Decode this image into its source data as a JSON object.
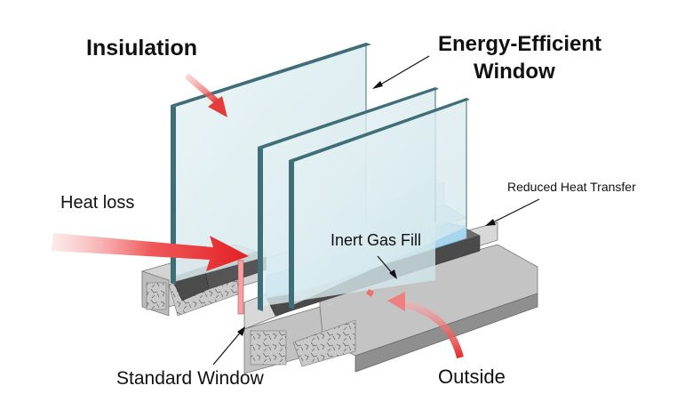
{
  "diagram": {
    "title": "Energy-Efficient Window Cross-Section",
    "labels": {
      "insulation": "Insiulation",
      "energy_efficient_line1": "Energy-Efficient",
      "energy_efficient_line2": "Window",
      "reduced_heat_transfer": "Reduced Heat Transfer",
      "heat_loss": "Heat loss",
      "inert_gas_fill": "Inert Gas Fill",
      "standard_window": "Standard Window",
      "outside": "Outside"
    },
    "colors": {
      "glass_fill": "#dceef2",
      "glass_edge": "#3f6e78",
      "gas_fill": "#a9d6ef",
      "frame_light": "#d9d9d9",
      "frame_mid": "#b9b9b9",
      "frame_dark": "#5b5b5b",
      "heat_arrow": "#e8262a",
      "pointer_line": "#111111"
    },
    "panes_count": 3
  }
}
